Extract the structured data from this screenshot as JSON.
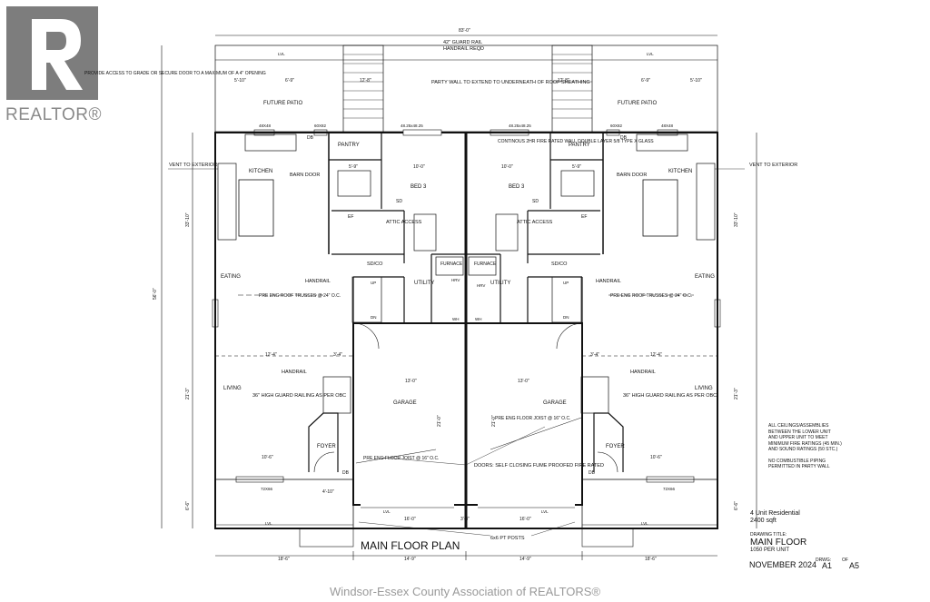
{
  "watermark": {
    "brand": "REALTOR",
    "footer": "Windsor-Essex County Association of REALTORS®"
  },
  "title_block": {
    "project": "4 Unit Residential",
    "area": "2400 sqft",
    "drawing_title_label": "DRAWING TITLE:",
    "drawing_title": "MAIN FLOOR",
    "per_unit": "1050 PER UNIT",
    "date": "NOVEMBER 2024",
    "drawing_label": "DRWG:",
    "sheet": "A1",
    "of_label": "OF",
    "total_sheets": "A5"
  },
  "plan_title": "MAIN FLOOR PLAN",
  "general_notes": [
    "ALL CEILINGS/ASSEMBLIES",
    "BETWEEN THE LOWER UNIT",
    "AND UPPER UNIT TO MEET",
    "MINIMUM FIRE RATINGS (45 MIN.)",
    "AND SOUND RATINGS (50 STC.)",
    "",
    "NO COMBUSTIBLE PIPING",
    "PERMITTED IN PARTY WALL"
  ],
  "annotations": {
    "guard_rail": "42\" GUARD RAIL",
    "handrail_reqd": "HANDRAIL REQD",
    "access_note": "PROVIDE ACCESS TO GRADE OR SECURE DOOR TO A MAXIMUM OF A 4\" OPENING",
    "party_wall": "PARTY WALL TO EXTEND TO UNDERNEATH OF ROOF SHEATHING",
    "continuous": "CONTINOUS 2HR FIRE RATED WALL DOUBLE LAYER 5/8 TYPE X GLASS",
    "vent": "VENT TO EXTERIOR",
    "roof_trusses": "PRE ENG ROOF TRUSSES @ 24\" O.C.",
    "floor_joist": "PRE ENG FLOOR JOIST @ 16\" O.C.",
    "guard_36": "36\" HIGH GUARD RAILING AS PER OBC",
    "doors_note": "DOORS: SELF CLOSING FUME PROOFED FIRE RATED",
    "posts": "6x6 PT POSTS"
  },
  "rooms": {
    "future_patio": "FUTURE PATIO",
    "pantry": "PANTRY",
    "kitchen": "KITCHEN",
    "barn_door": "BARN DOOR",
    "bed3": "BED 3",
    "attic": "ATTIC ACCESS",
    "furnace": "FURNACE",
    "utility": "UTILITY",
    "handrail": "HANDRAIL",
    "eating": "EATING",
    "living": "LIVING",
    "garage": "GARAGE",
    "foyer": "FOYER",
    "sd": "SD",
    "sdco": "SD/CO",
    "ef": "EF",
    "db": "DB",
    "lvl": "LVL",
    "up": "UP",
    "dn": "DN",
    "hrv": "HRV",
    "wh": "WH"
  },
  "dimensions": {
    "overall": "83'-0\"",
    "depth": "56'-0\"",
    "garage_w": "13'-0\"",
    "garage_d": "21'-0\"",
    "door_w": "16'-0\"",
    "door_split": "3'-8\"",
    "bottom_left": "18'-6\"",
    "bottom_mid": "14'-9\"",
    "bottom_mid2": "14'-9\"",
    "bottom_right": "18'-6\"",
    "patio_a": "5'-10\"",
    "patio_b": "6'-9\"",
    "stair_w": "12'-8\"",
    "bed_w": "10'-0\"",
    "bath_w": "5'-9\"",
    "living_w": "12'-4\"",
    "foyer_w": "10'-6\"",
    "porch": "4'-10\"",
    "stoop": "3'-4\"",
    "win1": "48.25x48.25",
    "win2": "48X48",
    "win3": "60X82",
    "win4": "72X66",
    "left_h1": "33'-10\"",
    "left_h2": "21'-3\"",
    "left_h3": "6'-6\""
  }
}
